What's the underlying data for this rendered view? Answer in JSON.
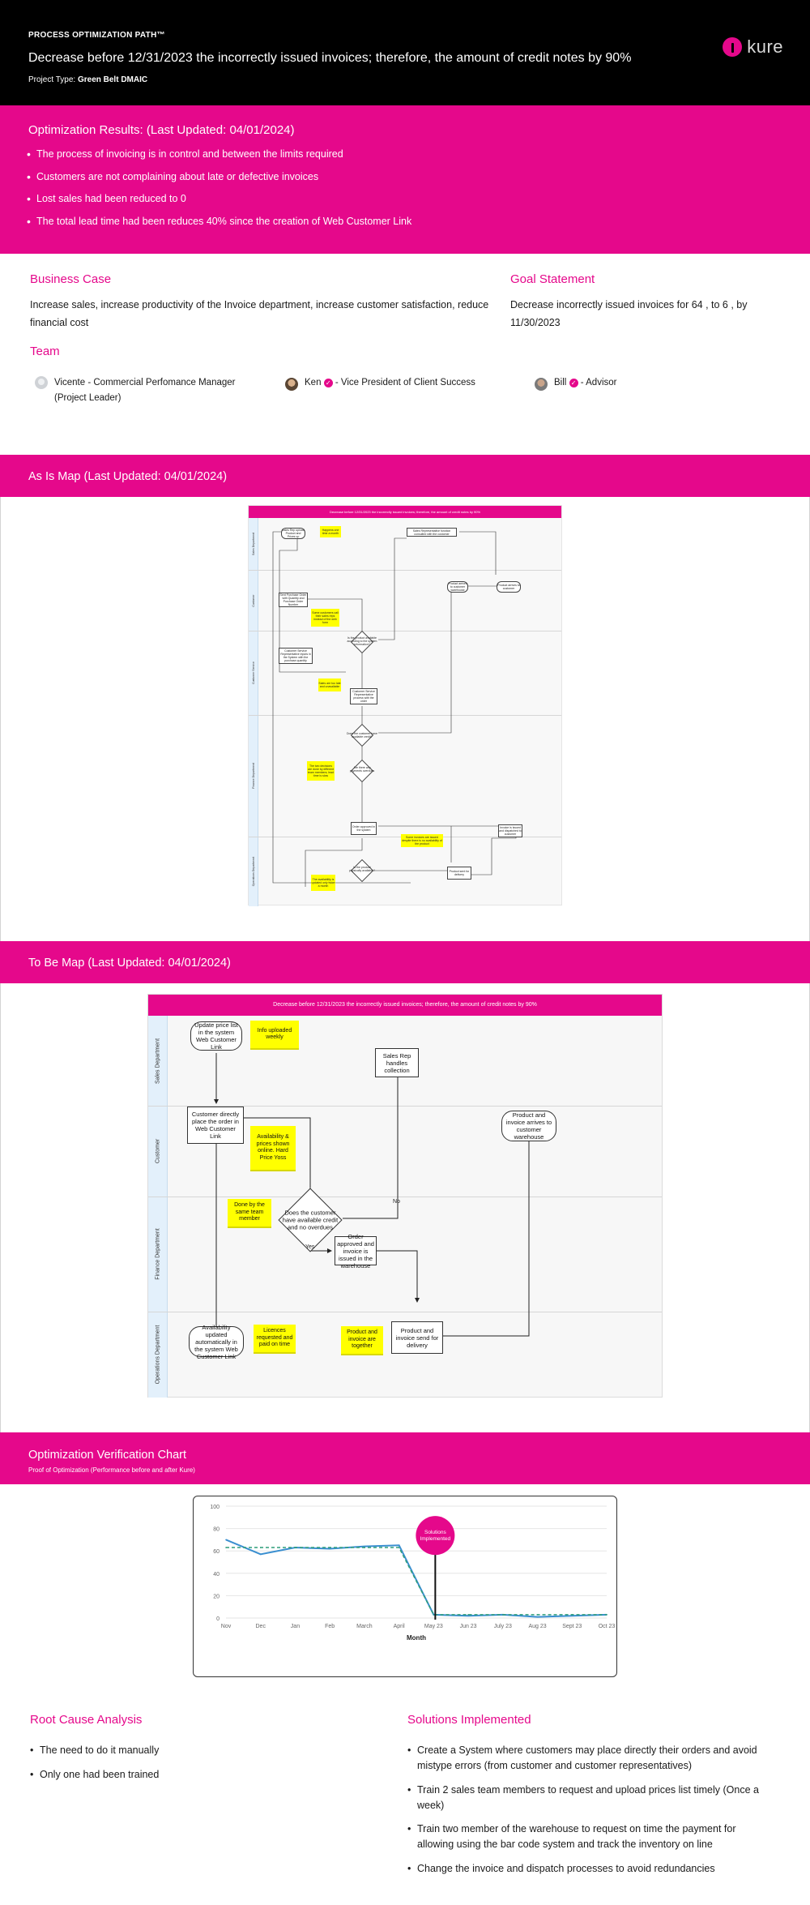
{
  "header": {
    "kicker": "PROCESS OPTIMIZATION PATH™",
    "title": "Decrease before 12/31/2023 the incorrectly issued invoices; therefore, the amount of credit notes by 90%",
    "project_type_label": "Project Type:",
    "project_type_value": "Green Belt DMAIC",
    "logo_text": "kure"
  },
  "results": {
    "title": "Optimization Results: (Last Updated: 04/01/2024)",
    "items": [
      "The process of invoicing is in control and between the limits required",
      "Customers are not complaining about late or defective invoices",
      "Lost sales had been reduced to 0",
      "The total lead time had been reduces 40% since the creation of Web Customer Link"
    ]
  },
  "business_case": {
    "title": "Business Case",
    "text": "Increase sales, increase productivity of the Invoice department, increase customer satisfaction, reduce financial cost"
  },
  "goal_statement": {
    "title": "Goal Statement",
    "text": "Decrease incorrectly issued invoices for 64 , to 6 , by 11/30/2023"
  },
  "team": {
    "title": "Team",
    "members": [
      {
        "name": "Vicente - Commercial Perfomance Manager",
        "role": "(Project Leader)"
      },
      {
        "name": "Ken",
        "role": "- Vice President of Client Success"
      },
      {
        "name": "Bill",
        "role": "- Advisor"
      }
    ]
  },
  "as_is": {
    "title": "As Is Map (Last Updated: 04/01/2024)",
    "header": "Decrease before 12/31/2023 the incorrectly issued invoices; therefore, the amount of credit notes by 90%",
    "lanes": [
      "Sales Department",
      "Customer",
      "Customer Service",
      "Finance Department",
      "Operations Department"
    ],
    "nodes": {
      "n1": "Sales Rep upload Product and Prices up",
      "n2": "Sales Representative function consulted with the customer",
      "n3": "Sent Purchase Order with Quantity and Purchase Order Number",
      "n4": "Product arrives to customer warehouse",
      "n5": "Product arrives to customer",
      "n6": "Customer Service Representative inputs in the System with the purchase quantity",
      "n7": "Customer Service Representative process with the order",
      "n8": "Order approved in the system",
      "n9": "Invoice is issued and dispatched to customer",
      "n10": "Product sent for delivery",
      "d1": "Is the product available according to the system information?",
      "d2": "Does the customer have available credit?",
      "d3": "Are there any payments overdues",
      "d4": "Is the product physically available?"
    },
    "notes": {
      "y1": "Happens one time a month",
      "y2": "Some customers call their sales reps instead of the web form",
      "y3": "Sales are too late and unavailable",
      "y4": "The two decisions are done by different team members; lead time is slow",
      "y5": "Some invoices are issued despite there is no availability of the product",
      "y6": "The availability is updated only twice a month"
    },
    "labels": {
      "no": "No",
      "yes": "Yes"
    }
  },
  "to_be": {
    "title": "To Be Map (Last Updated: 04/01/2024)",
    "header": "Decrease before 12/31/2023 the incorrectly issued invoices; therefore, the amount of credit notes by 90%",
    "lanes": [
      "Sales Department",
      "Customer",
      "Finance Department",
      "Operations Department"
    ],
    "nodes": {
      "update_price": "Update price list in the system Web Customer Link",
      "sales_rep": "Sales Rep handles collection",
      "customer_order": "Customer directly place the order in Web Customer Link",
      "product_arrives": "Product and invoice arrives to customer warehouse",
      "decision": "Does the customer have available credit and no overdues",
      "order_approved": "Order approved and invoice is issued in the warehouse",
      "availability": "Availability updated automatically in the system Web Customer Link",
      "product_send": "Product and invoice send for delivery"
    },
    "notes": {
      "info_uploaded": "Info uploaded weekly",
      "availability_prices": "Availability & prices shown online. Hard Price Yoss",
      "same_member": "Done by the same team member",
      "licences": "Licences requested and paid on time",
      "together": "Product and invoice are together"
    },
    "labels": {
      "no": "No",
      "yes": "Yes"
    }
  },
  "verification": {
    "title": "Optimization Verification Chart",
    "subtitle": "Proof of Optimization (Performance before and after Kure)",
    "callout": "Solutions Implemented"
  },
  "chart_data": {
    "type": "line",
    "categories": [
      "Nov",
      "Dec",
      "Jan",
      "Feb",
      "March",
      "April",
      "May 23",
      "Jun 23",
      "July 23",
      "Aug 23",
      "Sept 23",
      "Oct 23"
    ],
    "series": [
      {
        "values": [
          70,
          57,
          63,
          62,
          64,
          65,
          3,
          2,
          3,
          1,
          2,
          3
        ]
      },
      {
        "values": [
          63,
          63,
          63,
          63,
          63,
          63,
          3,
          3,
          3,
          3,
          3,
          3
        ]
      }
    ],
    "xlabel": "Month",
    "ylabel": "",
    "ylim": [
      0,
      100
    ],
    "yticks": [
      0,
      20,
      40,
      60,
      80,
      100
    ],
    "grid": true,
    "colors": {
      "actual": "#3a8fd0",
      "target": "#2e9d7a",
      "callout": "#e5088b"
    }
  },
  "root_cause": {
    "title": "Root Cause Analysis",
    "items": [
      "The need to do it manually",
      "Only one had been trained"
    ]
  },
  "solutions": {
    "title": "Solutions Implemented",
    "items": [
      "Create a System where customers may place directly their orders and avoid mistype errors (from customer and customer representatives)",
      "Train 2 sales team members to request and upload prices list timely (Once a week)",
      "Train two member of the warehouse to request on time the payment for allowing using the bar code system and track the inventory on line",
      "Change the invoice and dispatch processes to avoid redundancies"
    ]
  },
  "colors": {
    "brand": "#e5088b",
    "header_bg": "#000000"
  }
}
